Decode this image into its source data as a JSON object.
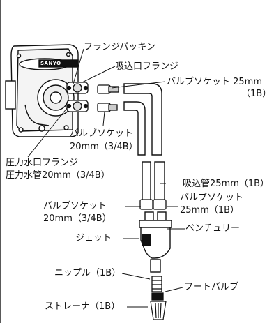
{
  "diagram": {
    "brand": "SANYO",
    "labels": {
      "flange_gasket": "フランジパッキン",
      "suction_flange": "吸込口フランジ",
      "valve_socket_25_line1": "バルブソケット 25mm",
      "valve_socket_25_line2": "（1B）",
      "valve_socket_20_line1": "バルブソケット",
      "valve_socket_20_line2": "20mm（3/4B）",
      "pressure_flange": "圧力水口フランジ",
      "pressure_pipe": "圧力水管20mm（3/4B）",
      "suction_pipe": "吸込管25mm（1B）",
      "valve_socket_left_line1": "バルブソケット",
      "valve_socket_left_line2": "20mm（3/4B）",
      "valve_socket_right_line1": "バルブソケット",
      "valve_socket_right_line2": "25mm（1B）",
      "venturi": "ベンチュリー",
      "jet": "ジェット",
      "nipple": "ニップル（1B）",
      "foot_valve": "フートバルブ",
      "strainer": "ストレーナ（1B）"
    }
  }
}
